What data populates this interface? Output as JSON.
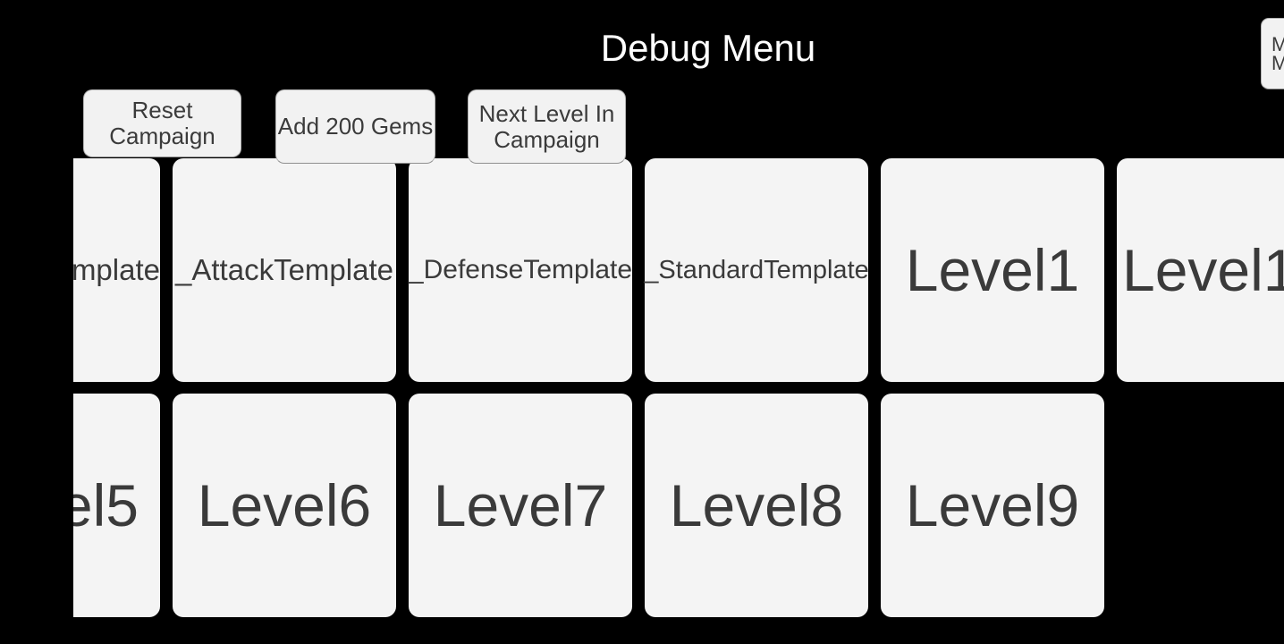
{
  "screen": {
    "title": "Debug Menu"
  },
  "colors": {
    "background": "#000000",
    "button_fill": "#f3f3f3",
    "button_text": "#3b3b3b",
    "title_text": "#ffffff"
  },
  "toolbar": {
    "buttons": [
      {
        "label": "Reset Campaign",
        "label_lines": [
          "Reset",
          "Campaign"
        ]
      },
      {
        "label": "Add 200 Gems",
        "label_lines": [
          "Add 200 Gems"
        ]
      },
      {
        "label": "Next Level In Campaign",
        "label_lines": [
          "Next Level In",
          "Campaign"
        ]
      }
    ]
  },
  "corner_button": {
    "label_lines": [
      "M",
      "M"
    ],
    "clipped": "right"
  },
  "level_grid": {
    "rows": [
      {
        "cells": [
          {
            "label": "mplate",
            "kind": "template",
            "clipped": "left"
          },
          {
            "label": "_AttackTemplate",
            "kind": "template",
            "clipped": "none"
          },
          {
            "label": "_DefenseTemplate",
            "kind": "template",
            "clipped": "none"
          },
          {
            "label": "_StandardTemplate",
            "kind": "template",
            "clipped": "none"
          },
          {
            "label": "Level1",
            "kind": "level",
            "clipped": "none"
          },
          {
            "label": "Level1",
            "kind": "level",
            "clipped": "right"
          }
        ]
      },
      {
        "cells": [
          {
            "label": "el5",
            "kind": "level",
            "clipped": "left"
          },
          {
            "label": "Level6",
            "kind": "level",
            "clipped": "none"
          },
          {
            "label": "Level7",
            "kind": "level",
            "clipped": "none"
          },
          {
            "label": "Level8",
            "kind": "level",
            "clipped": "none"
          },
          {
            "label": "Level9",
            "kind": "level",
            "clipped": "none"
          }
        ]
      }
    ]
  }
}
